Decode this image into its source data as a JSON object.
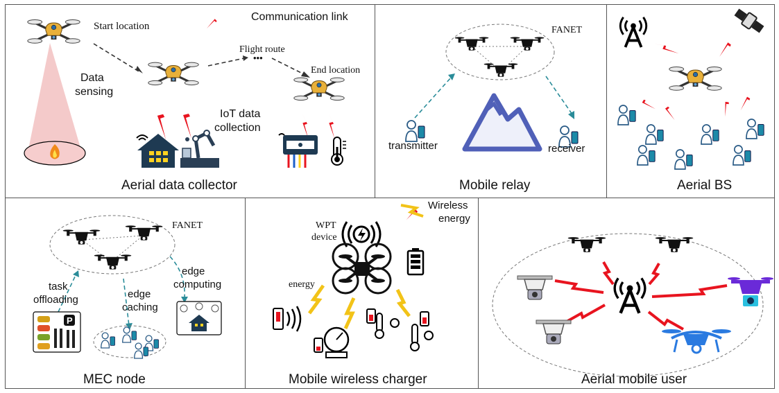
{
  "panels": {
    "data_collector": {
      "caption": "Aerial data collector",
      "start_location": "Start location",
      "flight_route": "Flight route",
      "end_location": "End location",
      "data_sensing_1": "Data",
      "data_sensing_2": "sensing",
      "iot_1": "IoT data",
      "iot_2": "collection"
    },
    "relay": {
      "caption": "Mobile relay",
      "fanet": "FANET",
      "transmitter": "transmitter",
      "receiver": "receiver"
    },
    "aerial_bs": {
      "caption": "Aerial BS"
    },
    "mec": {
      "caption": "MEC node",
      "fanet": "FANET",
      "task_1": "task",
      "task_2": "offloading",
      "caching_1": "edge",
      "caching_2": "caching",
      "computing_1": "edge",
      "computing_2": "computing"
    },
    "charger": {
      "caption": "Mobile wireless charger",
      "wireless_1": "Wireless",
      "wireless_2": "energy",
      "wpt_1": "WPT",
      "wpt_2": "device",
      "energy": "energy"
    },
    "mobile_user": {
      "caption": "Aerial mobile user"
    }
  },
  "legend": {
    "communication_link": "Communication link"
  },
  "colors": {
    "link": "#e8141f",
    "energy": "#f2c318",
    "route": "#333333",
    "teal": "#2a8c99",
    "mountain": "#5060b8",
    "beam": "#e8a0a0"
  },
  "icons": [
    "drone-icon",
    "house-icon",
    "robot-arm-icon",
    "sensor-box-icon",
    "thermometer-icon",
    "fire-icon",
    "mountain-icon",
    "user-phone-icon",
    "antenna-icon",
    "satellite-icon",
    "battery-icon",
    "gauge-icon",
    "lightning-icon",
    "parking-icon",
    "car-icon"
  ]
}
